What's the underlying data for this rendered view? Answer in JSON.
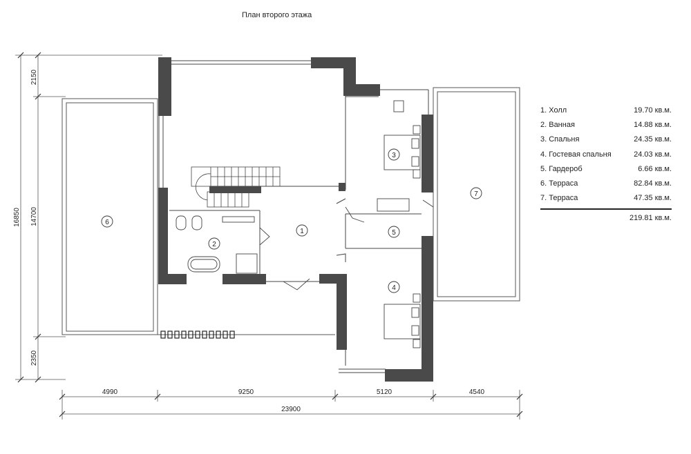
{
  "title": "План второго этажа",
  "rooms": [
    {
      "n": "1",
      "name": "Холл",
      "area": "19.70 кв.м."
    },
    {
      "n": "2",
      "name": "Ванная",
      "area": "14.88 кв.м."
    },
    {
      "n": "3",
      "name": "Спальня",
      "area": "24.35 кв.м."
    },
    {
      "n": "4",
      "name": "Гостевая спальня",
      "area": "24.03 кв.м."
    },
    {
      "n": "5",
      "name": "Гардероб",
      "area": "6.66 кв.м."
    },
    {
      "n": "6",
      "name": "Терраса",
      "area": "82.84 кв.м."
    },
    {
      "n": "7",
      "name": "Терраса",
      "area": "47.35 кв.м."
    }
  ],
  "legend_rows": [
    "1. Холл",
    "2. Ванная",
    "3. Спальня",
    "4. Гостевая спальня",
    "5. Гардероб",
    "6. Терраса",
    "7. Терраса"
  ],
  "total": "219.81 кв.м.",
  "dims": {
    "bottom": [
      "4990",
      "9250",
      "5120",
      "4540"
    ],
    "overall_width": "23900",
    "left_inner": [
      "2150",
      "14700",
      "2350"
    ],
    "left_overall": "16850"
  },
  "colors": {
    "wall": "#4a4a4a",
    "line": "#333333"
  }
}
